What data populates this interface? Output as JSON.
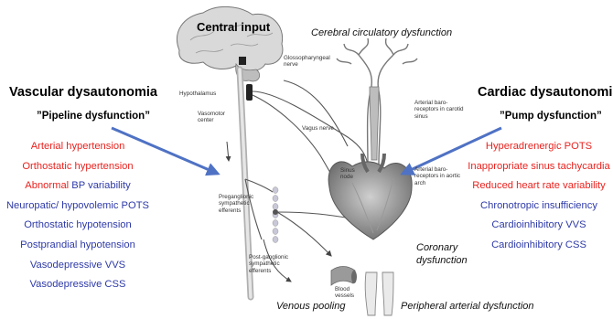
{
  "left": {
    "title": "Vascular dysautonomia",
    "subtitle": "”Pipeline dysfunction”",
    "items": [
      {
        "parts": [
          {
            "text": "Arterial hypertension",
            "color": "red"
          }
        ]
      },
      {
        "parts": [
          {
            "text": "Orthostatic hypertension",
            "color": "red"
          }
        ]
      },
      {
        "parts": [
          {
            "text": "Abnormal ",
            "color": "red"
          },
          {
            "text": "BP variability",
            "color": "blue"
          }
        ]
      },
      {
        "parts": [
          {
            "text": "Neuropatic/ hypovolemic POTS",
            "color": "blue"
          }
        ]
      },
      {
        "parts": [
          {
            "text": "Orthostatic hypotension",
            "color": "blue"
          }
        ]
      },
      {
        "parts": [
          {
            "text": "Postprandial hypotension",
            "color": "blue"
          }
        ]
      },
      {
        "parts": [
          {
            "text": "Vasodepressive VVS",
            "color": "blue"
          }
        ]
      },
      {
        "parts": [
          {
            "text": "Vasodepressive CSS",
            "color": "blue"
          }
        ]
      }
    ]
  },
  "right": {
    "title": "Cardiac dysautonomia",
    "subtitle": "”Pump dysfunction”",
    "items": [
      {
        "parts": [
          {
            "text": "Hyperadrenergic POTS",
            "color": "red"
          }
        ]
      },
      {
        "parts": [
          {
            "text": "Inappropriate sinus tachycardia",
            "color": "red"
          }
        ]
      },
      {
        "parts": [
          {
            "text": "Reduced heart rate variability",
            "color": "red"
          }
        ]
      },
      {
        "parts": [
          {
            "text": "Chronotropic insufficiency",
            "color": "blue"
          }
        ]
      },
      {
        "parts": [
          {
            "text": "Cardioinhibitory VVS",
            "color": "blue"
          }
        ]
      },
      {
        "parts": [
          {
            "text": "Cardioinhibitory CSS",
            "color": "blue"
          }
        ]
      }
    ]
  },
  "diagram": {
    "central_input": "Central input",
    "cerebral": "Cerebral circulatory dysfunction",
    "coronary": "Coronary dysfunction",
    "venous": "Venous pooling",
    "peripheral": "Peripheral arterial dysfunction",
    "labels": {
      "hypothalamus": "Hypothalamus",
      "vasomotor": "Vasomotor center",
      "glossopharyngeal": "Glossopharyngeal nerve",
      "vagus": "Vagus nerve",
      "baro_carotid": "Arterial baro-receptors in carotid sinus",
      "baro_aortic": "Arterial baro-receptors in aortic arch",
      "sinus_node": "Sinus node",
      "preganglionic": "Preganglionic sympathetic efferents",
      "postganglionic": "Post-ganglionic sympathetic efferents",
      "blood_vessels": "Blood vessels"
    }
  },
  "colors": {
    "red": "#e8231f",
    "blue": "#2e3aa8",
    "arrow": "#4f72c4",
    "drawing": "#6b6b6b"
  }
}
